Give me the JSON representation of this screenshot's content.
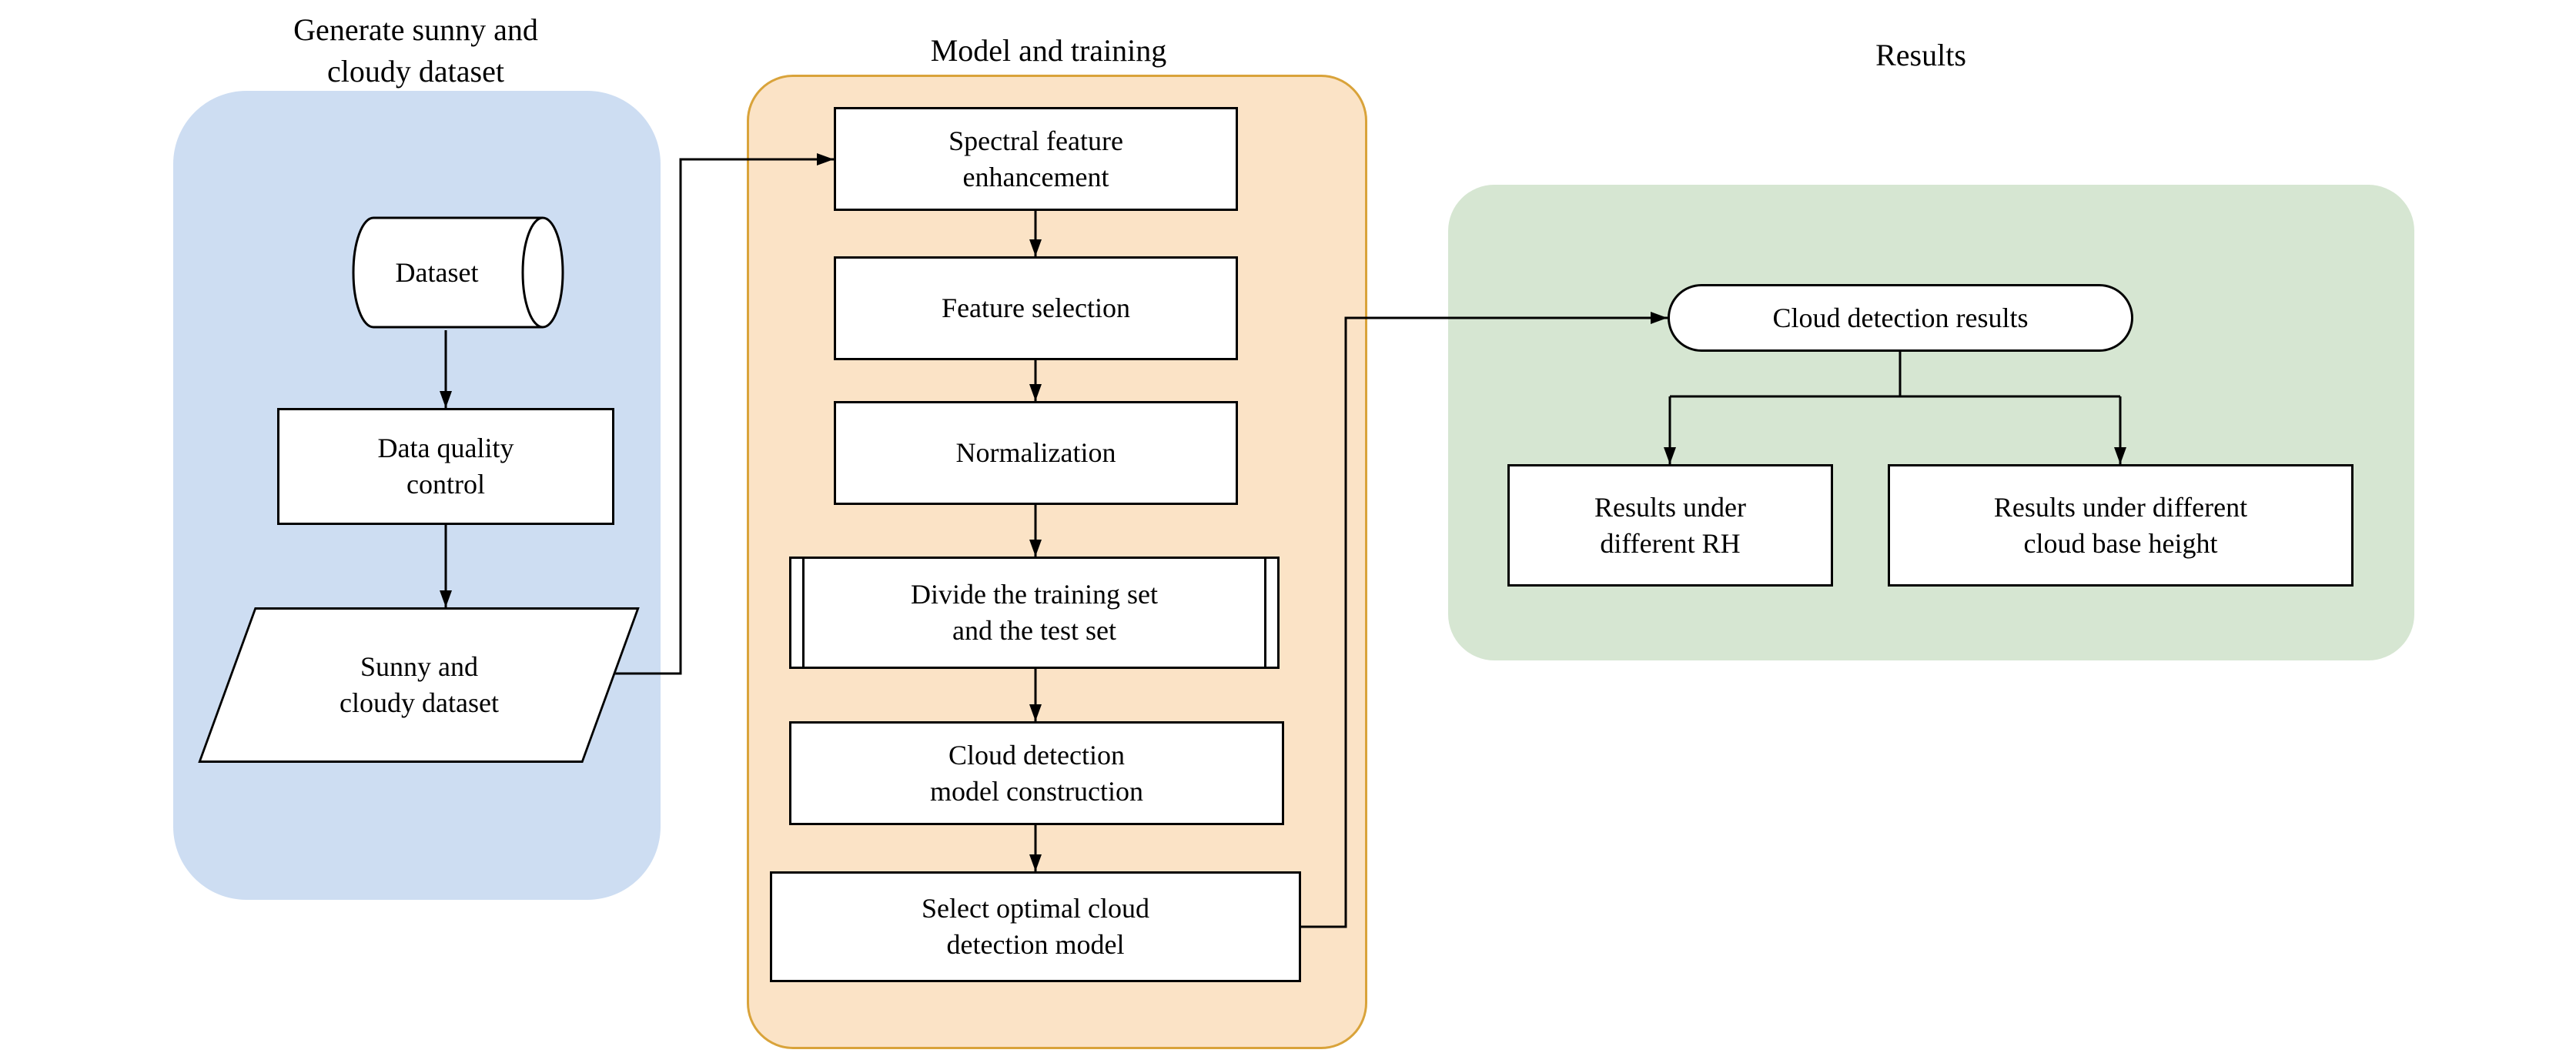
{
  "colors": {
    "dataset_bg": "#cdddf2",
    "model_bg": "#fbe3c6",
    "model_border": "#d9a33a",
    "results_bg": "#d6e6d2",
    "node_bg": "#ffffff",
    "node_border": "#000000",
    "line": "#000000"
  },
  "dataset_section": {
    "title": "Generate sunny and\ncloudy dataset",
    "dataset_label": "Dataset",
    "quality_label": "Data quality\ncontrol",
    "output_label": "Sunny and\ncloudy dataset"
  },
  "model_section": {
    "title": "Model and training",
    "steps": [
      "Spectral feature\nenhancement",
      "Feature selection",
      "Normalization",
      "Divide the training set\nand the test set",
      "Cloud detection\nmodel construction",
      "Select optimal cloud\ndetection model"
    ]
  },
  "results_section": {
    "title": "Results",
    "root_label": "Cloud detection results",
    "leaf_left": "Results under\ndifferent RH",
    "leaf_right": "Results under different\ncloud base height"
  }
}
